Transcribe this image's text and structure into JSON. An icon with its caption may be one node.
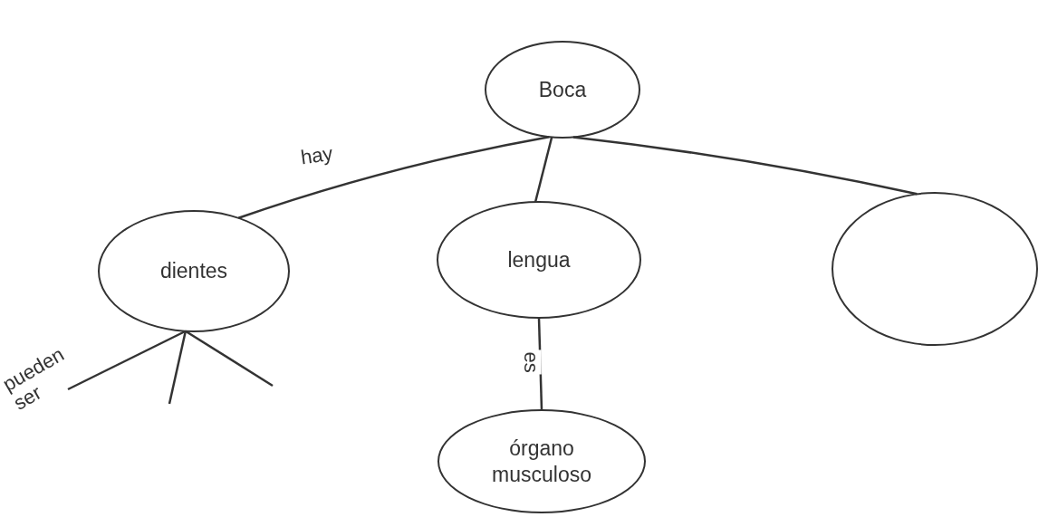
{
  "diagram": {
    "nodes": [
      {
        "text": [
          "Boca"
        ]
      },
      {
        "text": [
          "dientes"
        ]
      },
      {
        "text": [
          "lengua"
        ]
      },
      {
        "text": [],
        "shape": "circle"
      },
      {
        "text": [
          "órgano musculoso"
        ]
      }
    ],
    "edges": [
      {
        "from": 0,
        "to": 1,
        "arrow": "none",
        "label": "hay"
      },
      {
        "from": 0,
        "to": 2,
        "arrow": "none"
      },
      {
        "from": 0,
        "to": 3,
        "arrow": "none"
      },
      {
        "from": 2,
        "to": 4,
        "arrow": "none",
        "label": "es"
      },
      {
        "from": 1,
        "to": null,
        "arrow": "none",
        "label": "pueden ser"
      },
      {
        "from": 1,
        "to": null,
        "arrow": "none"
      },
      {
        "from": 1,
        "to": null,
        "arrow": "none"
      }
    ]
  }
}
